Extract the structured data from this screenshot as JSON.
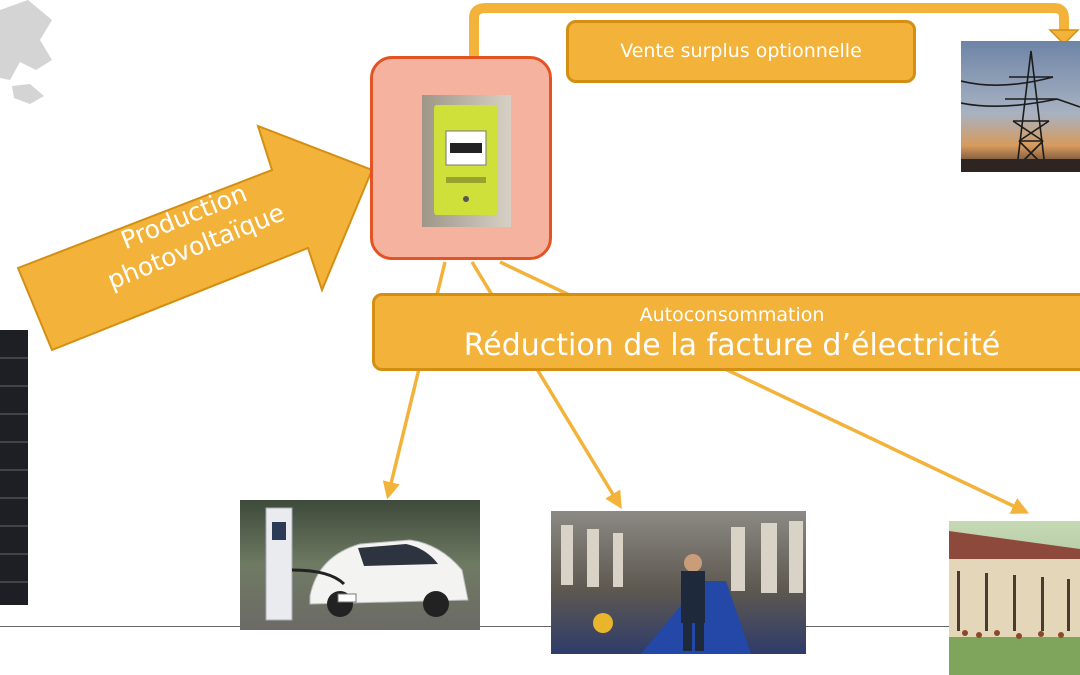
{
  "diagram": {
    "production_label": [
      "Production",
      "photovoltaïque"
    ],
    "surplus_label": "Vente surplus optionnelle",
    "autoconsommation_title": "Autoconsommation",
    "autoconsommation_subtitle": "Réduction de la facture d’électricité"
  },
  "colors": {
    "arrow_fill": "#f3b23a",
    "arrow_stroke": "#d48f12",
    "meter_frame_fill": "#f5b39f",
    "meter_frame_stroke": "#e45323",
    "meter_yellow": "#cfe03b"
  },
  "images": [
    "world-map-fragment",
    "solar-panel",
    "smart-meter",
    "power-pylon",
    "electric-car-charging",
    "milking-parlor",
    "poultry-barn"
  ]
}
